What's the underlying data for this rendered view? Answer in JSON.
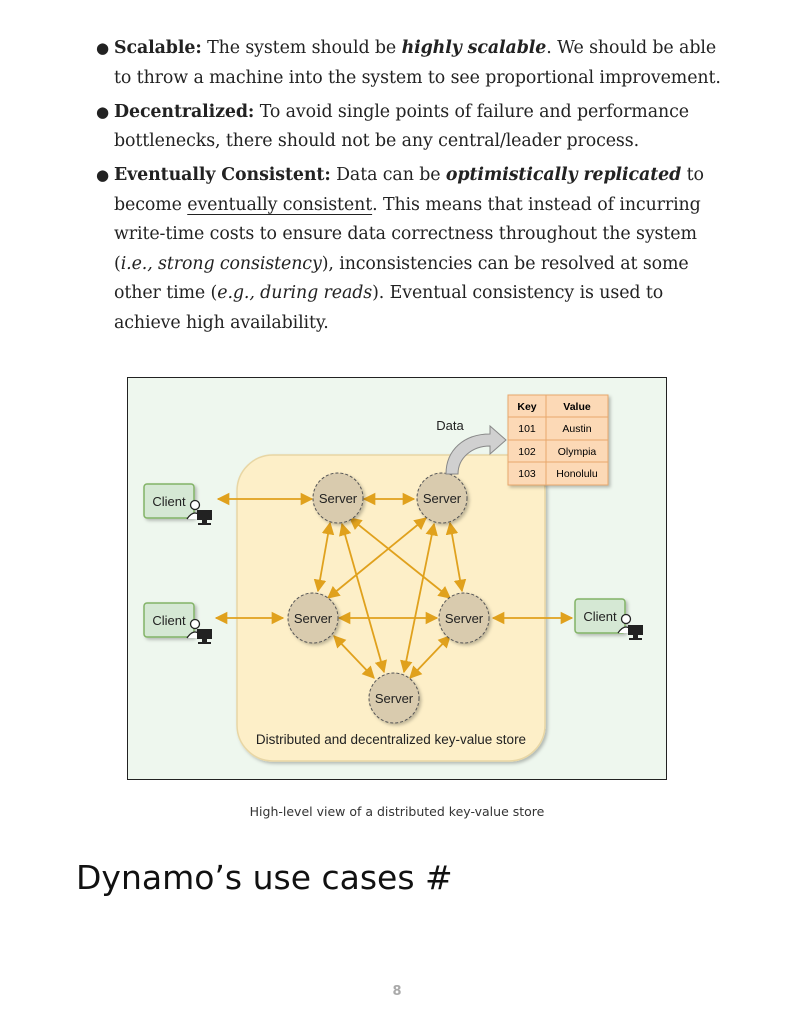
{
  "bullets": [
    {
      "term": "Scalable:",
      "parts": [
        "The system should be ",
        "highly scalable",
        ". We should be able to throw a machine into the system to see proportional improvement."
      ]
    },
    {
      "term": "Decentralized:",
      "parts": [
        "To avoid single points of failure and performance bottlenecks, there should not be any central/leader process."
      ]
    },
    {
      "term": "Eventually Consistent:",
      "parts": [
        "Data can be ",
        "optimistically replicated",
        " to become ",
        "eventually consistent",
        ". This means that instead of incurring write-time costs to ensure data correctness throughout the system (",
        "i.e., strong consistency",
        "), inconsistencies can be resolved at some other time (",
        "e.g., during reads",
        "). Eventual consistency is used to achieve high availability."
      ]
    }
  ],
  "diagram": {
    "client_label": "Client",
    "server_label": "Server",
    "data_label": "Data",
    "store_label": "Distributed and decentralized key-value store",
    "table": {
      "headers": [
        "Key",
        "Value"
      ],
      "rows": [
        [
          "101",
          "Austin"
        ],
        [
          "102",
          "Olympia"
        ],
        [
          "103",
          "Honolulu"
        ]
      ]
    },
    "colors": {
      "store_fill": "#fdefc8",
      "server_fill": "#d9cbae",
      "arrow": "#e0a11d",
      "client_fill": "#d5e8d4",
      "table_fill": "#fcd9b6"
    }
  },
  "caption": "High-level view of a distributed key-value store",
  "heading": "Dynamo’s use cases #",
  "page_number": "8"
}
